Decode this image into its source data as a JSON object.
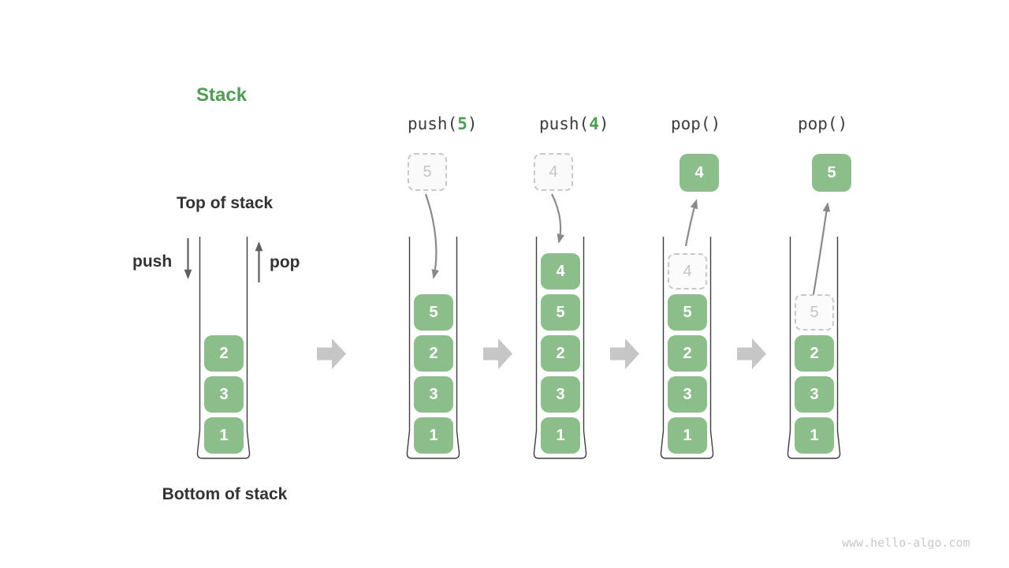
{
  "title": "Stack",
  "legend": {
    "top_of_stack": "Top of stack",
    "bottom_of_stack": "Bottom of stack",
    "push": "push",
    "pop": "pop"
  },
  "operations": [
    {
      "prefix": "push(",
      "arg": "5",
      "suffix": ")"
    },
    {
      "prefix": "push(",
      "arg": "4",
      "suffix": ")"
    },
    {
      "prefix": "pop(",
      "arg": "",
      "suffix": ")"
    },
    {
      "prefix": "pop(",
      "arg": "",
      "suffix": ")"
    }
  ],
  "stacks": [
    {
      "items": [
        "2",
        "3",
        "1"
      ]
    },
    {
      "incoming": "5",
      "items": [
        "5",
        "2",
        "3",
        "1"
      ]
    },
    {
      "incoming": "4",
      "items": [
        "4",
        "5",
        "2",
        "3",
        "1"
      ]
    },
    {
      "popped": "4",
      "ghost": "4",
      "items": [
        "5",
        "2",
        "3",
        "1"
      ]
    },
    {
      "popped": "5",
      "ghost": "5",
      "items": [
        "2",
        "3",
        "1"
      ]
    }
  ],
  "watermark": "www.hello-algo.com",
  "colors": {
    "box_green": "#8cbe8c",
    "accent_green": "#4f9e53",
    "dark_text": "#333333",
    "code_text": "#3d3d3d",
    "ghost_gray": "#c8c8c8",
    "container_wall": "#3f3f3f",
    "flow_arrow": "#8a8a8a",
    "block_arrow": "#c6c6c6",
    "watermark_gray": "#c9c9c9"
  }
}
